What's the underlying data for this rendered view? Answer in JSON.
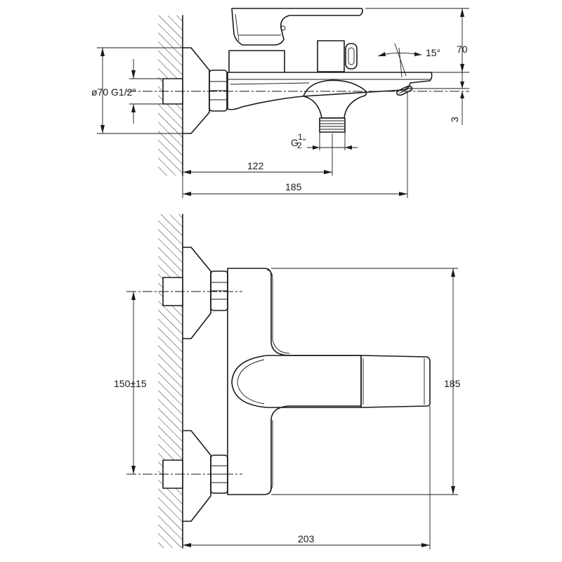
{
  "side_view": {
    "dims": {
      "height_top": "70",
      "pipe_label": "ø70 G1/2\"",
      "angle": "15°",
      "gap": "3",
      "outlet_thread_prefix": "G",
      "outlet_thread_num": "1",
      "outlet_thread_den": "2",
      "outlet_thread_suffix": "\"",
      "projection_mid": "122",
      "projection_total": "185"
    }
  },
  "plan_view": {
    "dims": {
      "inlet_spacing": "150±15",
      "body_height": "185",
      "total_width": "203"
    }
  }
}
